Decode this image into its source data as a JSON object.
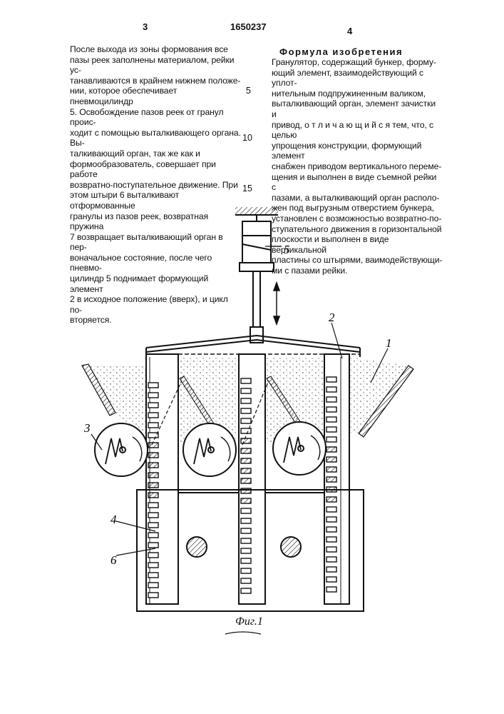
{
  "header": {
    "page_left": "3",
    "patent_number": "1650237",
    "page_right": "4"
  },
  "left_column": [
    "После выхода из зоны формования все",
    "пазы реек заполнены материалом, рейки ус-",
    "танавливаются в крайнем нижнем положе-",
    "нии, которое обеспечивает пневмоцилиндр",
    "5. Освобождение пазов реек от гранул проис-",
    "ходит с помощью выталкивающего органа. Вы-",
    "талкивающий орган, так же как и",
    "формообразователь, совершает при работе",
    "возвратно-поступательное движение. При",
    "этом штыри 6 выталкивают отформованные",
    "гранулы из пазов реек, возвратная пружина",
    "7 возвращает выталкивающий орган в пер-",
    "воначальное состояние, после чего пневмо-",
    "цилиндр 5 поднимает формующий элемент",
    "2 в исходное положение (вверх), и цикл по-",
    "вторяется."
  ],
  "line_numbers": [
    "5",
    "10",
    "15"
  ],
  "claims_title": "Формула изобретения",
  "right_column": [
    "Гранулятор, содержащий бункер, форму-",
    "ющий элемент, взаимодействующий с уплот-",
    "нительным подпружиненным валиком,",
    "выталкивающий орган, элемент зачистки и",
    "привод, о т л и ч а ю щ и й с я тем, что, с целью",
    "упрощения конструкции, формующий элемент",
    "снабжен приводом вертикального переме-",
    "щения и выполнен в виде съемной рейки с",
    "пазами, а выталкивающий орган располо-",
    "жен под выгрузным отверстием бункера,",
    "установлен с возможностью возвратно-по-",
    "ступательного движения в горизонтальной",
    "плоскости и выполнен в виде вертикальной",
    "пластины со штырями, ваимодействующи-",
    "ми с пазами рейки."
  ],
  "figure": {
    "labels": {
      "l1": "1",
      "l2": "2",
      "l3": "3",
      "l4": "4",
      "l5": "5",
      "l6": "6"
    },
    "caption": "Фиг.1"
  }
}
